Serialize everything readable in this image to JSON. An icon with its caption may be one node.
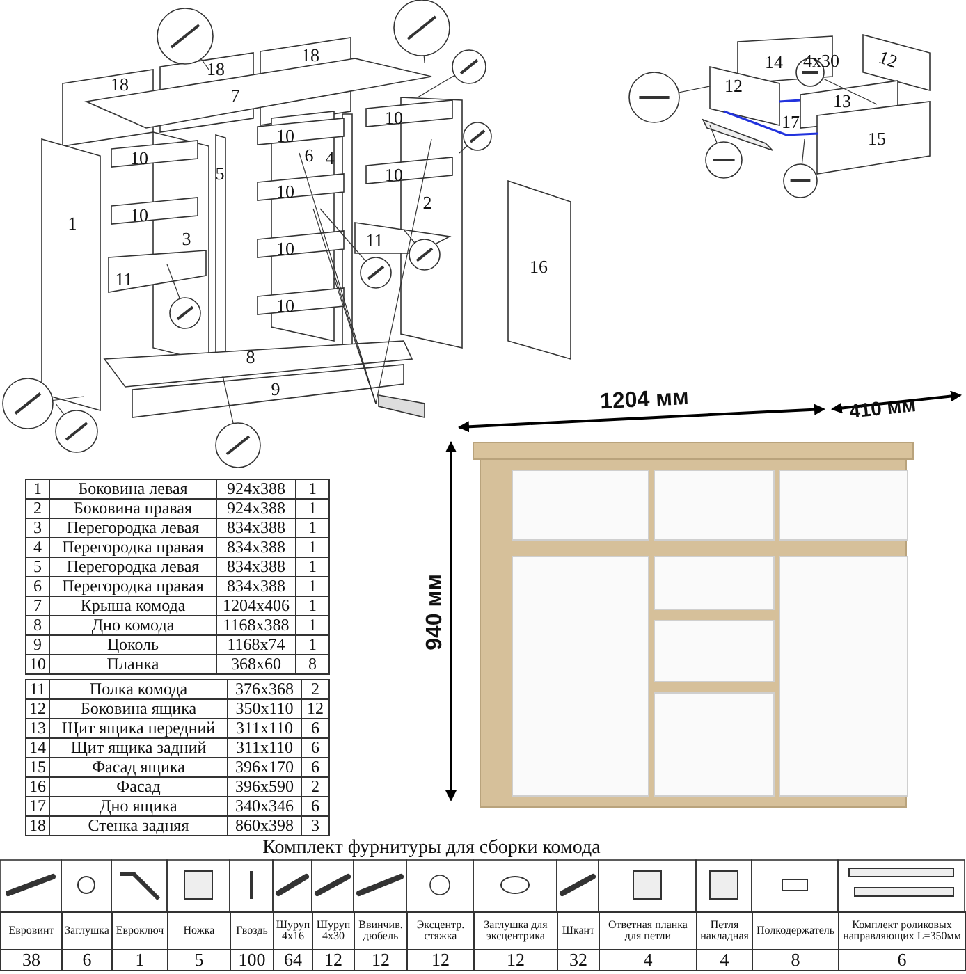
{
  "diagram": {
    "labels": [
      "18",
      "18",
      "18",
      "7",
      "10",
      "10",
      "10",
      "6",
      "4",
      "5",
      "10",
      "10",
      "2",
      "1",
      "10",
      "3",
      "10",
      "11",
      "16",
      "11",
      "10",
      "8",
      "9",
      "14",
      "4x30",
      "12",
      "12",
      "13",
      "17",
      "15",
      "1204 мм",
      "410 мм",
      "940 мм",
      "1",
      "Боковина левая",
      "924x388",
      "1",
      "2",
      "Боковина правая",
      "924x388",
      "1",
      "3",
      "Перегородка левая",
      "834x388",
      "1",
      "4",
      "Перегородка правая",
      "834x388",
      "1",
      "5",
      "Перегородка левая",
      "834x388",
      "1",
      "6",
      "Перегородка правая",
      "834x388",
      "1",
      "7",
      "Крыша комода",
      "1204x406",
      "1",
      "8",
      "Дно комода",
      "1168x388",
      "1",
      "9",
      "Цоколь",
      "1168x74",
      "1",
      "10",
      "Планка",
      "368x60",
      "8",
      "11",
      "Полка комода",
      "376x368",
      "2",
      "12",
      "Боковина ящика",
      "350x110",
      "12",
      "13",
      "Щит ящика передний",
      "311x110",
      "6",
      "14",
      "Щит ящика задний",
      "311x110",
      "6",
      "15",
      "Фасад ящика",
      "396x170",
      "6",
      "16",
      "Фасад",
      "396x590",
      "2",
      "17",
      "Дно ящика",
      "340x346",
      "6",
      "18",
      "Стенка задняя",
      "860x398",
      "3",
      "Комплект фурнитуры для сборки комода",
      "Евровинт",
      "Заглушка",
      "Евроключ",
      "Ножка",
      "Гвоздь",
      "Шуруп 4x16",
      "Шуруп 4x30",
      "Ввинчив. дюбель",
      "Эксцентр. стяжка",
      "Заглушка для эксцентрика",
      "Шкант",
      "Ответная планка для петли",
      "Петля накладная",
      "Полкодержатель",
      "Комплект роликовых направляющих L=350мм",
      "38",
      "6",
      "1",
      "5",
      "100",
      "64",
      "12",
      "12",
      "12",
      "12",
      "32",
      "4",
      "4",
      "8",
      "6"
    ]
  }
}
